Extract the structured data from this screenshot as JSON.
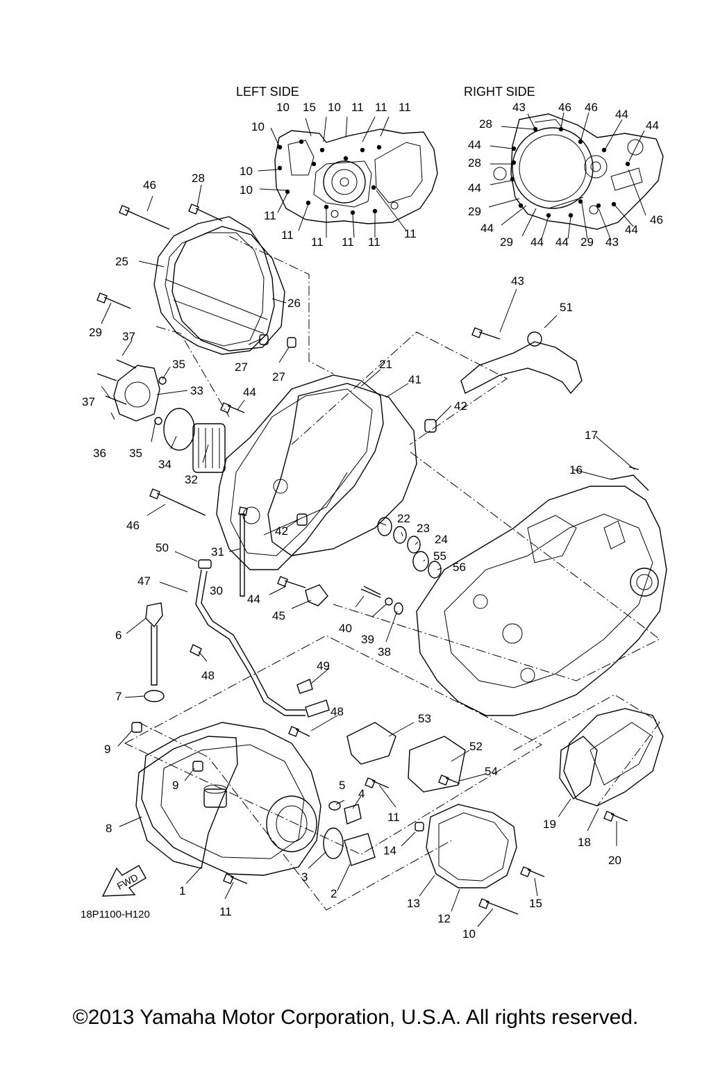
{
  "headings": {
    "left_side": "LEFT SIDE",
    "right_side": "RIGHT SIDE"
  },
  "diagram_code": "18P1100-H120",
  "fwd_label": "FWD",
  "copyright": "©2013 Yamaha Motor Corporation, U.S.A. All rights reserved.",
  "left_side_callouts": [
    "10",
    "15",
    "10",
    "11",
    "11",
    "11",
    "10",
    "10",
    "10",
    "11",
    "11",
    "11",
    "11",
    "11",
    "11"
  ],
  "right_side_callouts": [
    "43",
    "46",
    "46",
    "28",
    "44",
    "44",
    "44",
    "28",
    "44",
    "29",
    "44",
    "29",
    "44",
    "44",
    "29",
    "43",
    "44",
    "46"
  ],
  "part_callouts": [
    "46",
    "28",
    "25",
    "26",
    "29",
    "27",
    "27",
    "37",
    "35",
    "33",
    "37",
    "36",
    "35",
    "34",
    "32",
    "44",
    "21",
    "41",
    "42",
    "43",
    "51",
    "17",
    "16",
    "46",
    "22",
    "23",
    "24",
    "55",
    "56",
    "50",
    "31",
    "42",
    "30",
    "47",
    "44",
    "45",
    "40",
    "39",
    "38",
    "6",
    "48",
    "49",
    "7",
    "48",
    "9",
    "9",
    "53",
    "52",
    "54",
    "5",
    "4",
    "11",
    "8",
    "1",
    "11",
    "3",
    "2",
    "14",
    "13",
    "12",
    "10",
    "15",
    "19",
    "18",
    "20"
  ]
}
